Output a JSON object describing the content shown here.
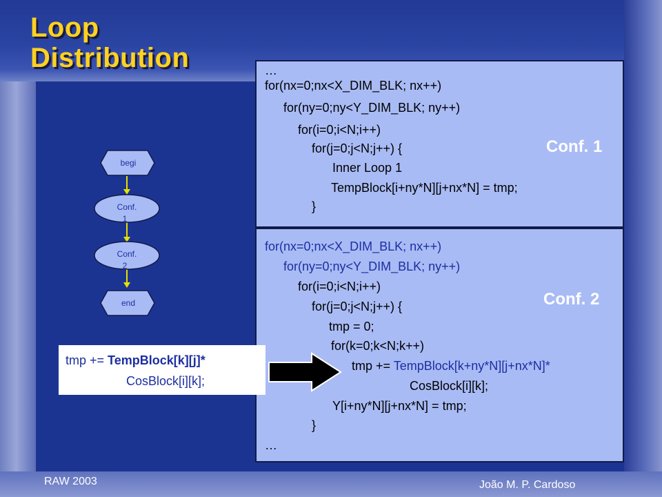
{
  "slide": {
    "title_line1": "Loop",
    "title_line2": "Distribution"
  },
  "conf1": {
    "label": "Conf. 1",
    "lines": [
      "…",
      "for(nx=0;nx<X_DIM_BLK; nx++)",
      "for(ny=0;ny<Y_DIM_BLK; ny++)",
      "for(i=0;i<N;i++)",
      "for(j=0;j<N;j++) {",
      "Inner Loop 1",
      "TempBlock[i+ny*N][j+nx*N] = tmp;",
      "}"
    ]
  },
  "conf2": {
    "label": "Conf. 2",
    "lines": [
      "for(nx=0;nx<X_DIM_BLK; nx++)",
      "for(ny=0;ny<Y_DIM_BLK; ny++)",
      "for(i=0;i<N;i++)",
      "for(j=0;j<N;j++) {",
      "tmp = 0;",
      "for(k=0;k<N;k++)",
      "tmp += ",
      "TempBlock[k+ny*N][j+nx*N]*",
      "CosBlock[i][k];",
      "Y[i+ny*N][j+nx*N] = tmp;",
      "}",
      "…"
    ]
  },
  "flowchart": {
    "begin": "begi",
    "conf1": "Conf.",
    "conf1_num": "1",
    "conf2": "Conf.",
    "conf2_num": "2",
    "end": "end"
  },
  "callout": {
    "line1_prefix": "tmp += ",
    "line1_bold": "TempBlock[k][j]*",
    "line2": "CosBlock[i][k];"
  },
  "footer": {
    "left": "RAW 2003",
    "right": "João M. P. Cardoso"
  },
  "colors": {
    "background": "#1c3491",
    "title": "#ffd21f",
    "code_box": "#a9bbf5",
    "flow_node": "#a9bbf5",
    "flow_arrow": "#e8e000"
  }
}
